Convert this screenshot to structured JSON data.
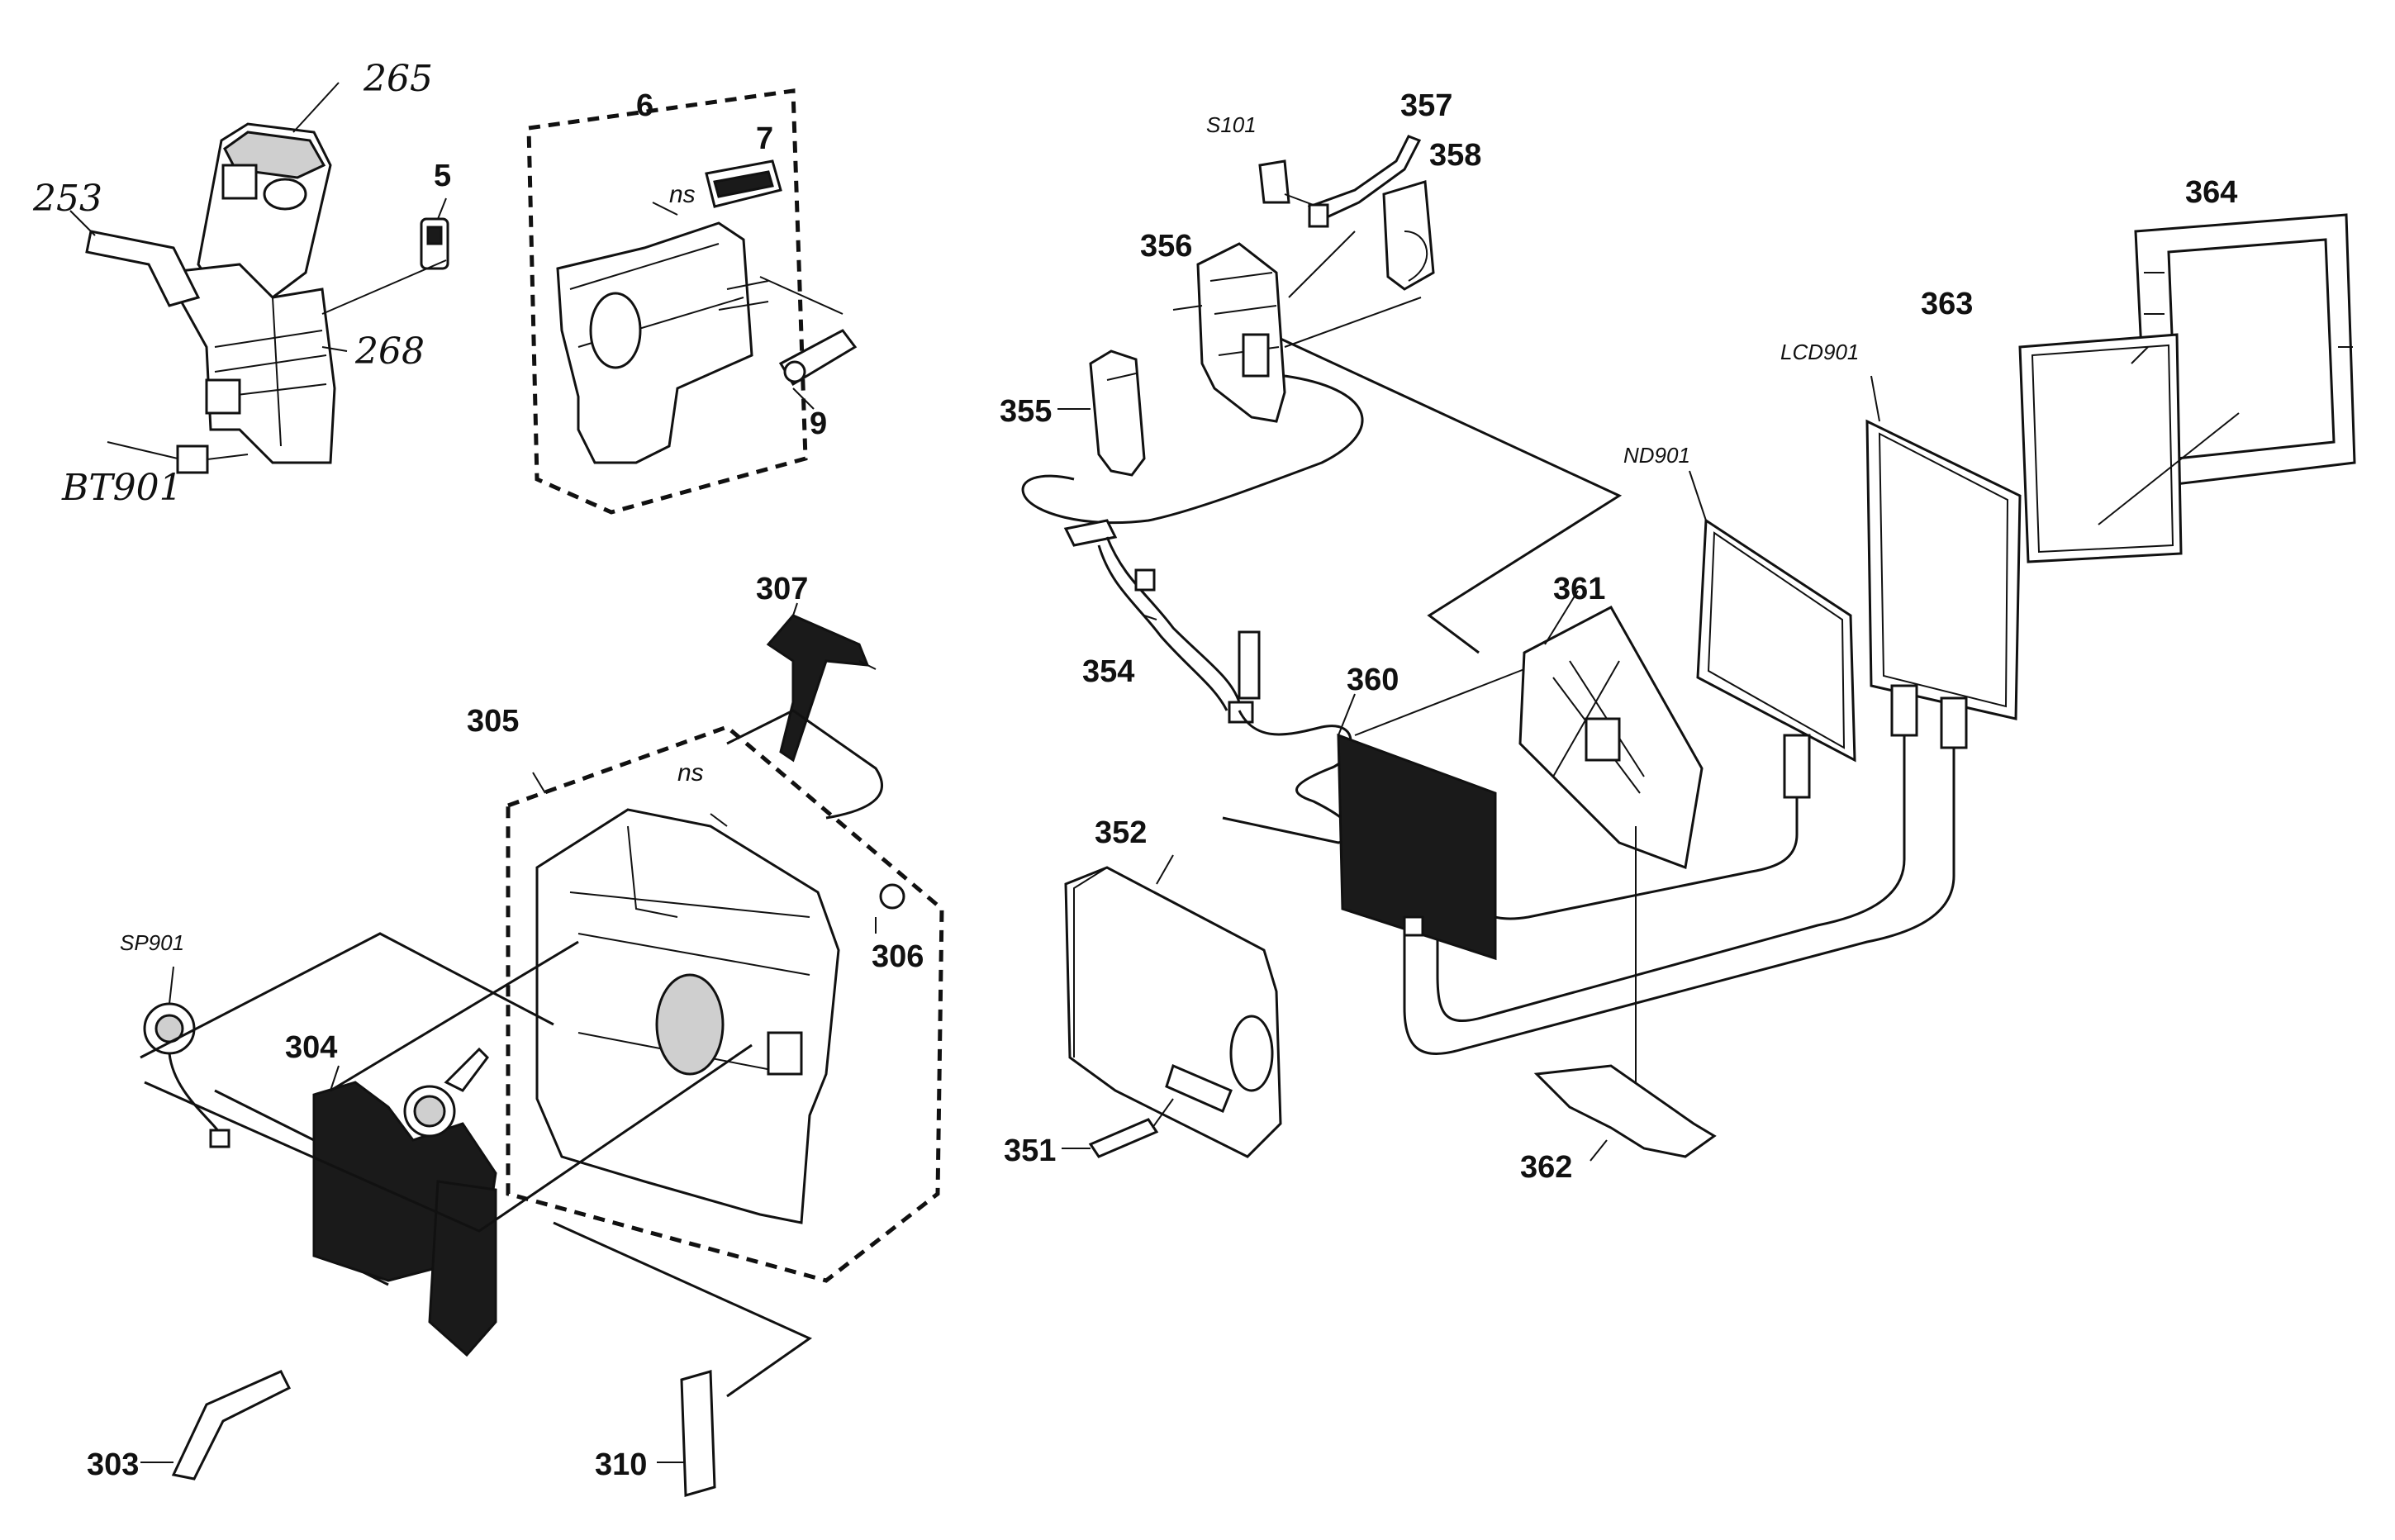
{
  "labels": {
    "p265": "265",
    "p253": "253",
    "p5": "5",
    "p268": "268",
    "bt901": "BT901",
    "p6": "6",
    "p7": "7",
    "ns1": "ns",
    "p9": "9",
    "s101": "S101",
    "p357": "357",
    "p358": "358",
    "p356": "356",
    "p355": "355",
    "p364": "364",
    "p363": "363",
    "lcd901": "LCD901",
    "nd901": "ND901",
    "p354": "354",
    "p361": "361",
    "p360": "360",
    "p307": "307",
    "p305": "305",
    "ns2": "ns",
    "p306": "306",
    "sp901": "SP901",
    "p304": "304",
    "p352": "352",
    "p351": "351",
    "p362": "362",
    "p303": "303",
    "p310": "310"
  }
}
